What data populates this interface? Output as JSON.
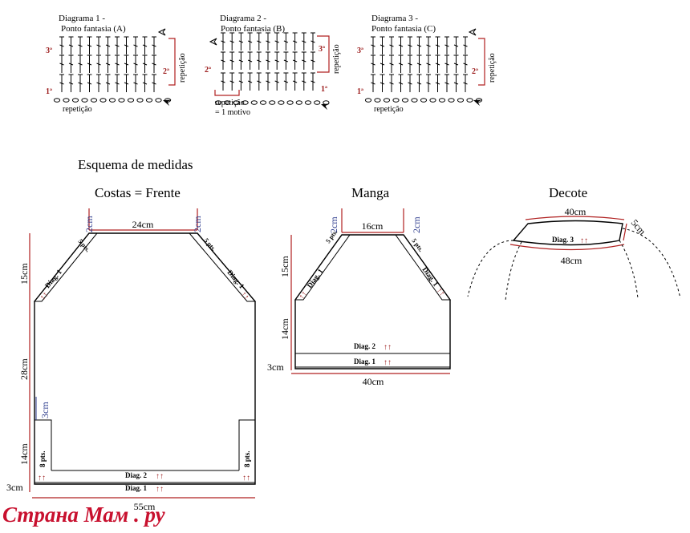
{
  "diagrams": [
    {
      "title": "Diagrama 1 -",
      "subtitle": "Ponto fantasia (A)",
      "row1": "1ª",
      "row2": "2ª",
      "row3": "3ª",
      "repeat_h": "repetição",
      "repeat_v": "repetição"
    },
    {
      "title": "Diagrama 2 -",
      "subtitle": "Ponto fantasia (B)",
      "row1": "1ª",
      "row2": "2ª",
      "row3": "3ª",
      "repeat_h": "repetição",
      "repeat_h2": "= 1 motivo",
      "repeat_v": "repetição"
    },
    {
      "title": "Diagrama 3 -",
      "subtitle": "Ponto fantasia (C)",
      "row1": "1ª",
      "row2": "2ª",
      "row3": "3ª",
      "repeat_h": "repetição",
      "repeat_v": "repetição"
    }
  ],
  "schema_title": "Esquema de medidas",
  "back": {
    "title": "Costas = Frente",
    "top": "24cm",
    "top_left_side": "2cm",
    "top_right_side": "2cm",
    "diag_left": "5 pts.",
    "diag_right": "5 pts.",
    "diag1_left": "Diag. 1",
    "diag1_right": "Diag. 1",
    "h15": "15cm",
    "h28": "28cm",
    "h14": "14cm",
    "h3": "3cm",
    "slit": "3cm",
    "side8_left": "8 pts.",
    "side8_right": "8 pts.",
    "band2": "Diag. 2",
    "band1": "Diag. 1",
    "bottom": "55cm"
  },
  "sleeve": {
    "title": "Manga",
    "top": "16cm",
    "top_left_side": "2cm",
    "top_right_side": "2cm",
    "diag_left": "5 pts.",
    "diag_right": "5 pts.",
    "diag1_left": "Diag. 1",
    "diag1_right": "Diag. 1",
    "h15": "15cm",
    "h14": "14cm",
    "h3": "3cm",
    "band2": "Diag. 2",
    "band1": "Diag. 1",
    "bottom": "40cm"
  },
  "neck": {
    "title": "Decote",
    "top": "40cm",
    "side": "5cm",
    "band": "Diag. 3",
    "bottom": "48cm"
  },
  "watermark": "Страна Мам . ру",
  "arrows": "↑↑"
}
